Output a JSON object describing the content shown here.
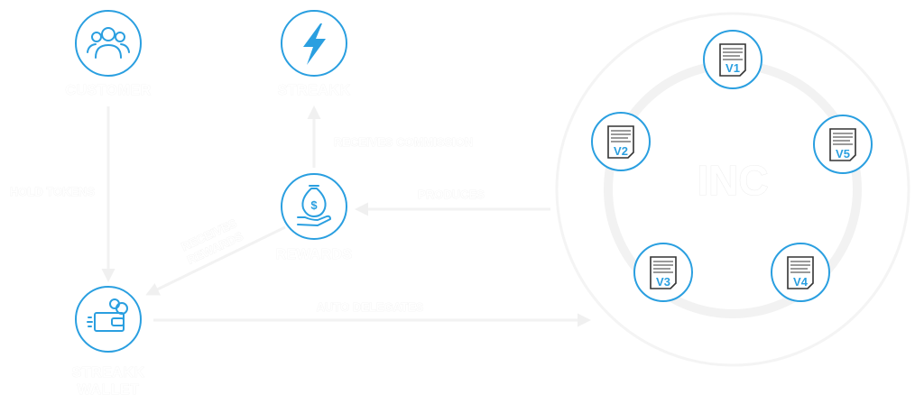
{
  "colors": {
    "accent": "#2a9fe0",
    "faded": "#f2f2f2",
    "doc_ink": "#333333"
  },
  "nodes": {
    "customer": {
      "label": "CUSTOMER",
      "icon": "group-of-people-icon"
    },
    "streakk": {
      "label": "STREAKK",
      "icon": "lightning-bolt-icon"
    },
    "rewards": {
      "label": "REWARDS",
      "icon": "money-bag-in-hand-icon"
    },
    "wallet": {
      "label_line1": "STREAKK",
      "label_line2": "WALLET",
      "icon": "wallet-with-coins-icon"
    }
  },
  "edges": {
    "hold_tokens": "HOLD TOKENS",
    "receives_commission": "RECEIVES COMMISSION",
    "produces": "PRODUCES",
    "receives_rewards_line1": "RECEIVES",
    "receives_rewards_line2": "REWARDS",
    "auto_delegates": "AUTO DELEGATES"
  },
  "inc": {
    "label": "INC",
    "validators": [
      {
        "label": "V1"
      },
      {
        "label": "V2"
      },
      {
        "label": "V5"
      },
      {
        "label": "V3"
      },
      {
        "label": "V4"
      }
    ]
  }
}
